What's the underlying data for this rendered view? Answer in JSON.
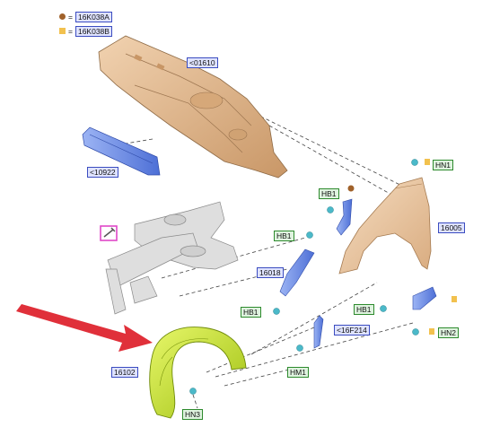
{
  "legend": [
    {
      "symbol": "dot",
      "color": "#a0612a",
      "code": "16K038A"
    },
    {
      "symbol": "square",
      "color": "#f2c14e",
      "code": "16K038B"
    }
  ],
  "legend_eq": "=",
  "callouts": {
    "c01610": "<01610",
    "c10922": "<10922",
    "c16005": "16005",
    "c16018": "16018",
    "c16102": "16102",
    "c16f214": "<16F214",
    "hn1": "HN1",
    "hn2": "HN2",
    "hn3": "HN3",
    "hb1a": "HB1",
    "hb1b": "HB1",
    "hb1c": "HB1",
    "hb1d": "HB1",
    "hm1": "HM1"
  },
  "colors": {
    "panel_beige": "#e2b98f",
    "fender_beige": "#e9c7a0",
    "liner_green": "#c7e82a",
    "bracket_blue": "#6f8fe8",
    "arrow_red": "#e0303a",
    "frame_grey": "#d4d4d4",
    "highlight_magenta": "#e048c8"
  }
}
